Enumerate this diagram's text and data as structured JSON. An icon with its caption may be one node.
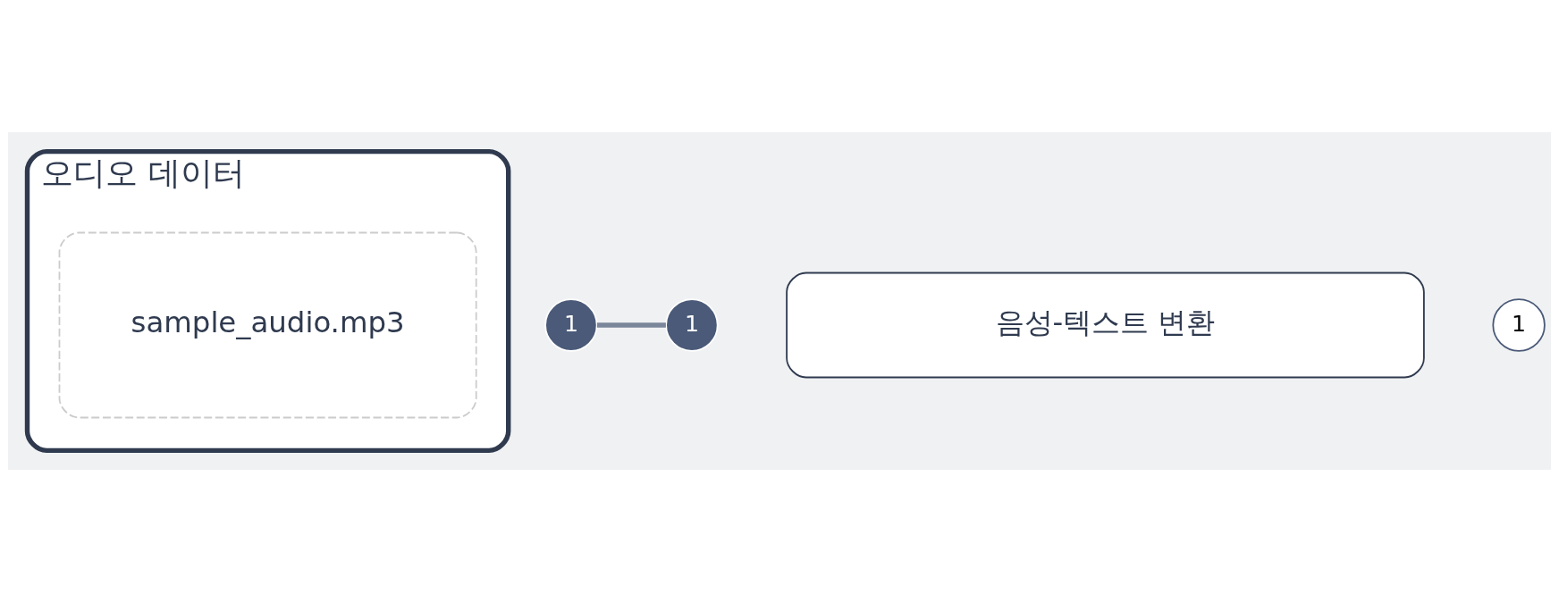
{
  "diagram": {
    "nodes": [
      {
        "text": [
          "오디오 데이터"
        ]
      },
      {
        "text": [
          "sample_audio.mp3"
        ],
        "in": 0
      },
      {
        "text": [
          "1"
        ]
      },
      {
        "text": [
          "1"
        ]
      },
      {
        "text": [
          "음성-텍스트 변환"
        ]
      },
      {
        "text": [
          "1"
        ]
      }
    ],
    "edges": [
      {
        "from": 2,
        "to": 3,
        "arrow": "none"
      }
    ]
  }
}
